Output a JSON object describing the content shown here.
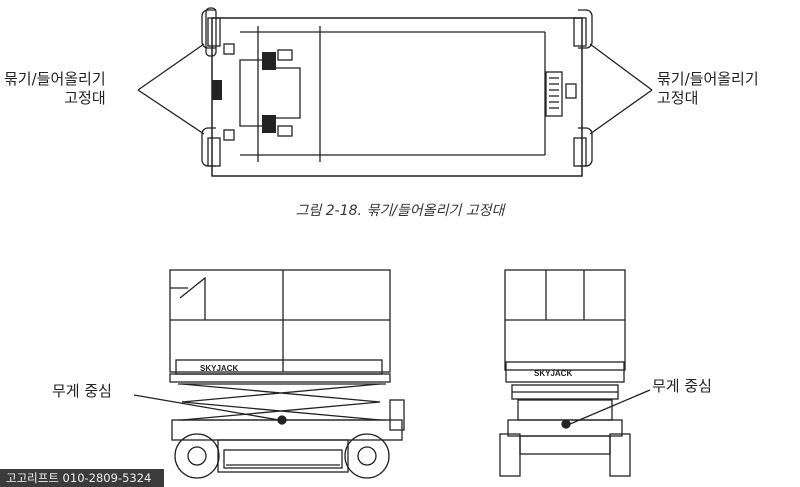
{
  "top_figure": {
    "left_label": [
      "묶기/들어올리기",
      "고정대"
    ],
    "right_label": [
      "묶기/들어올리기",
      "고정대"
    ],
    "caption": "그림 2-18. 묶기/들어올리기 고정대"
  },
  "bottom_figure": {
    "left_label": "무게 중심",
    "right_label": "무게 중심",
    "logo_text": "SKYJACK"
  },
  "watermark": "고고리프트 010-2809-5324"
}
